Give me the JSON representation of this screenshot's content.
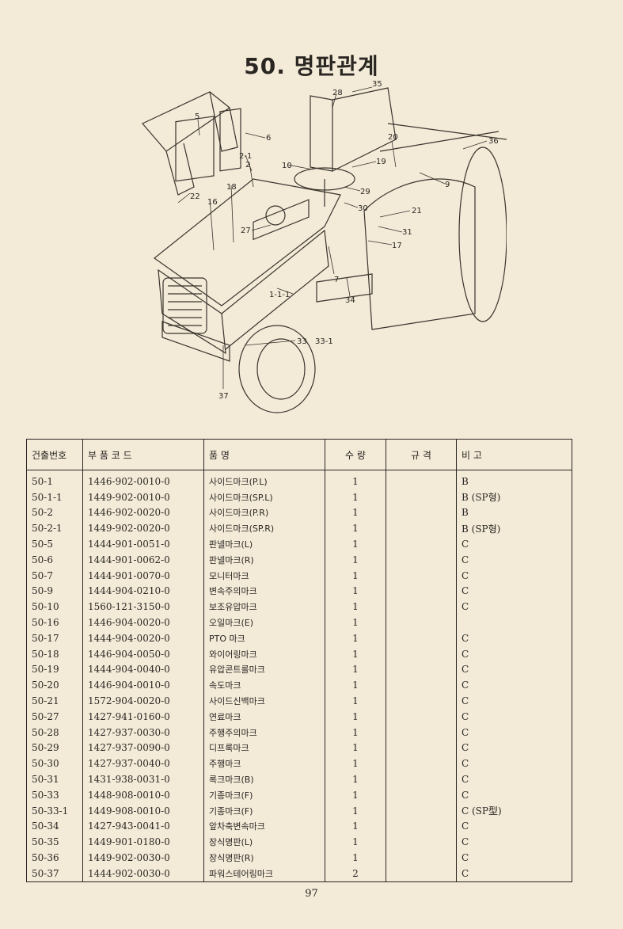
{
  "page": {
    "title": "50. 명판관계",
    "page_number": "97"
  },
  "diagram": {
    "callouts": [
      "35",
      "28",
      "5",
      "6",
      "36",
      "20",
      "2-1",
      "2",
      "19",
      "10",
      "9",
      "18",
      "22",
      "16",
      "29",
      "30",
      "21",
      "27",
      "31",
      "17",
      "7",
      "1-1-1",
      "34",
      "33",
      "33-1",
      "37"
    ]
  },
  "table": {
    "headers": [
      "건출번호",
      "부 품 코 드",
      "품 명",
      "수 량",
      "규 격",
      "비 고"
    ],
    "rows": [
      {
        "no": "50-1",
        "code": "1446-902-0010-0",
        "name": "사이드마크(P.L)",
        "qty": "1",
        "note": "B"
      },
      {
        "no": "50-1-1",
        "code": "1449-902-0010-0",
        "name": "사이드마크(SP.L)",
        "qty": "1",
        "note": "B (SP형)"
      },
      {
        "no": "50-2",
        "code": "1446-902-0020-0",
        "name": "사이드마크(P.R)",
        "qty": "1",
        "note": "B"
      },
      {
        "no": "50-2-1",
        "code": "1449-902-0020-0",
        "name": "사이드마크(SP.R)",
        "qty": "1",
        "note": "B (SP형)"
      },
      {
        "no": "50-5",
        "code": "1444-901-0051-0",
        "name": "판넬마크(L)",
        "qty": "1",
        "note": "C"
      },
      {
        "no": "50-6",
        "code": "1444-901-0062-0",
        "name": "판넬마크(R)",
        "qty": "1",
        "note": "C"
      },
      {
        "no": "50-7",
        "code": "1444-901-0070-0",
        "name": "모니터마크",
        "qty": "1",
        "note": "C"
      },
      {
        "no": "50-9",
        "code": "1444-904-0210-0",
        "name": "변속주의마크",
        "qty": "1",
        "note": "C"
      },
      {
        "no": "50-10",
        "code": "1560-121-3150-0",
        "name": "보조유압마크",
        "qty": "1",
        "note": "C"
      },
      {
        "no": "50-16",
        "code": "1446-904-0020-0",
        "name": "오일마크(E)",
        "qty": "1",
        "note": ""
      },
      {
        "no": "50-17",
        "code": "1444-904-0020-0",
        "name": "PTO 마크",
        "qty": "1",
        "note": "C"
      },
      {
        "no": "50-18",
        "code": "1446-904-0050-0",
        "name": "와이어링마크",
        "qty": "1",
        "note": "C"
      },
      {
        "no": "50-19",
        "code": "1444-904-0040-0",
        "name": "유압콘트롤마크",
        "qty": "1",
        "note": "C"
      },
      {
        "no": "50-20",
        "code": "1446-904-0010-0",
        "name": "속도마크",
        "qty": "1",
        "note": "C"
      },
      {
        "no": "50-21",
        "code": "1572-904-0020-0",
        "name": "사이드신백마크",
        "qty": "1",
        "note": "C"
      },
      {
        "no": "50-27",
        "code": "1427-941-0160-0",
        "name": "연료마크",
        "qty": "1",
        "note": "C"
      },
      {
        "no": "50-28",
        "code": "1427-937-0030-0",
        "name": "주행주의마크",
        "qty": "1",
        "note": "C"
      },
      {
        "no": "50-29",
        "code": "1427-937-0090-0",
        "name": "디프록마크",
        "qty": "1",
        "note": "C"
      },
      {
        "no": "50-30",
        "code": "1427-937-0040-0",
        "name": "주행마크",
        "qty": "1",
        "note": "C"
      },
      {
        "no": "50-31",
        "code": "1431-938-0031-0",
        "name": "록크마크(B)",
        "qty": "1",
        "note": "C"
      },
      {
        "no": "50-33",
        "code": "1448-908-0010-0",
        "name": "기종마크(F)",
        "qty": "1",
        "note": "C"
      },
      {
        "no": "50-33-1",
        "code": "1449-908-0010-0",
        "name": "기종마크(F)",
        "qty": "1",
        "note": "C (SP型)"
      },
      {
        "no": "50-34",
        "code": "1427-943-0041-0",
        "name": "앞차축변속마크",
        "qty": "1",
        "note": "C"
      },
      {
        "no": "50-35",
        "code": "1449-901-0180-0",
        "name": "장식명판(L)",
        "qty": "1",
        "note": "C"
      },
      {
        "no": "50-36",
        "code": "1449-902-0030-0",
        "name": "장식명판(R)",
        "qty": "1",
        "note": "C"
      },
      {
        "no": "50-37",
        "code": "1444-902-0030-0",
        "name": "파워스테어링마크",
        "qty": "2",
        "note": "C"
      }
    ]
  }
}
